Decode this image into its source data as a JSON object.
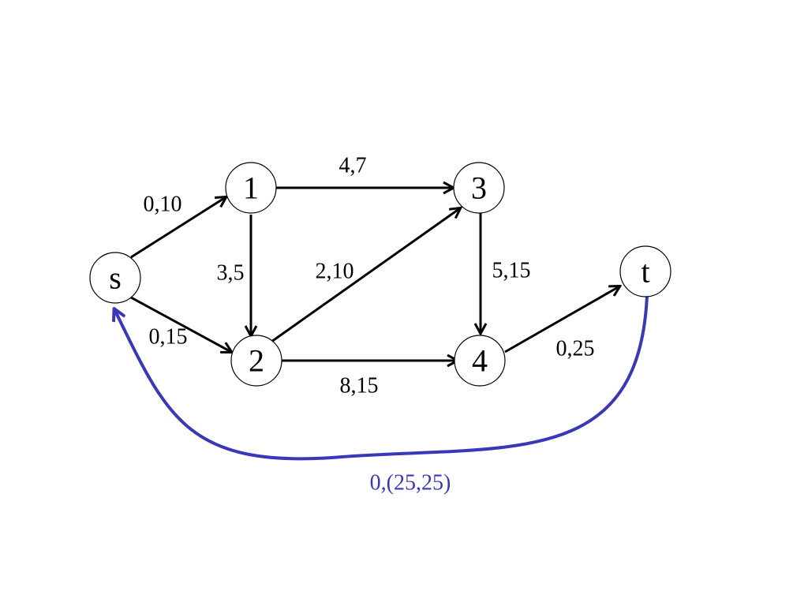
{
  "colors": {
    "node_stroke": "#000000",
    "edge": "#000000",
    "return_edge": "#3838b8"
  },
  "nodes": {
    "s": {
      "label": "s"
    },
    "n1": {
      "label": "1"
    },
    "n2": {
      "label": "2"
    },
    "n3": {
      "label": "3"
    },
    "n4": {
      "label": "4"
    },
    "t": {
      "label": "t"
    }
  },
  "edges": {
    "s_1": {
      "label": "0,10"
    },
    "s_2": {
      "label": "0,15"
    },
    "e1_3": {
      "label": "4,7"
    },
    "e1_2": {
      "label": "3,5"
    },
    "e2_3": {
      "label": "2,10"
    },
    "e2_4": {
      "label": "8,15"
    },
    "e3_4": {
      "label": "5,15"
    },
    "e4_t": {
      "label": "0,25"
    },
    "t_s": {
      "label": "0,(25,25)"
    }
  }
}
